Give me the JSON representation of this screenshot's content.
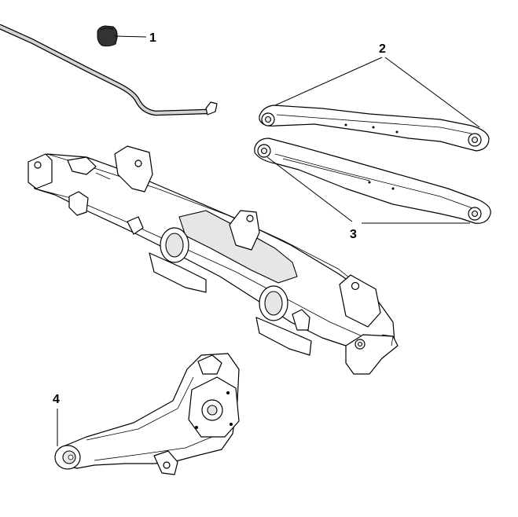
{
  "callouts": [
    {
      "label": "1"
    },
    {
      "label": "2"
    },
    {
      "label": "3"
    },
    {
      "label": "4"
    }
  ],
  "colors": {
    "line": "#000000",
    "background": "#ffffff",
    "rod_fill": "#d4d4d4",
    "bushing_fill": "#333333"
  }
}
